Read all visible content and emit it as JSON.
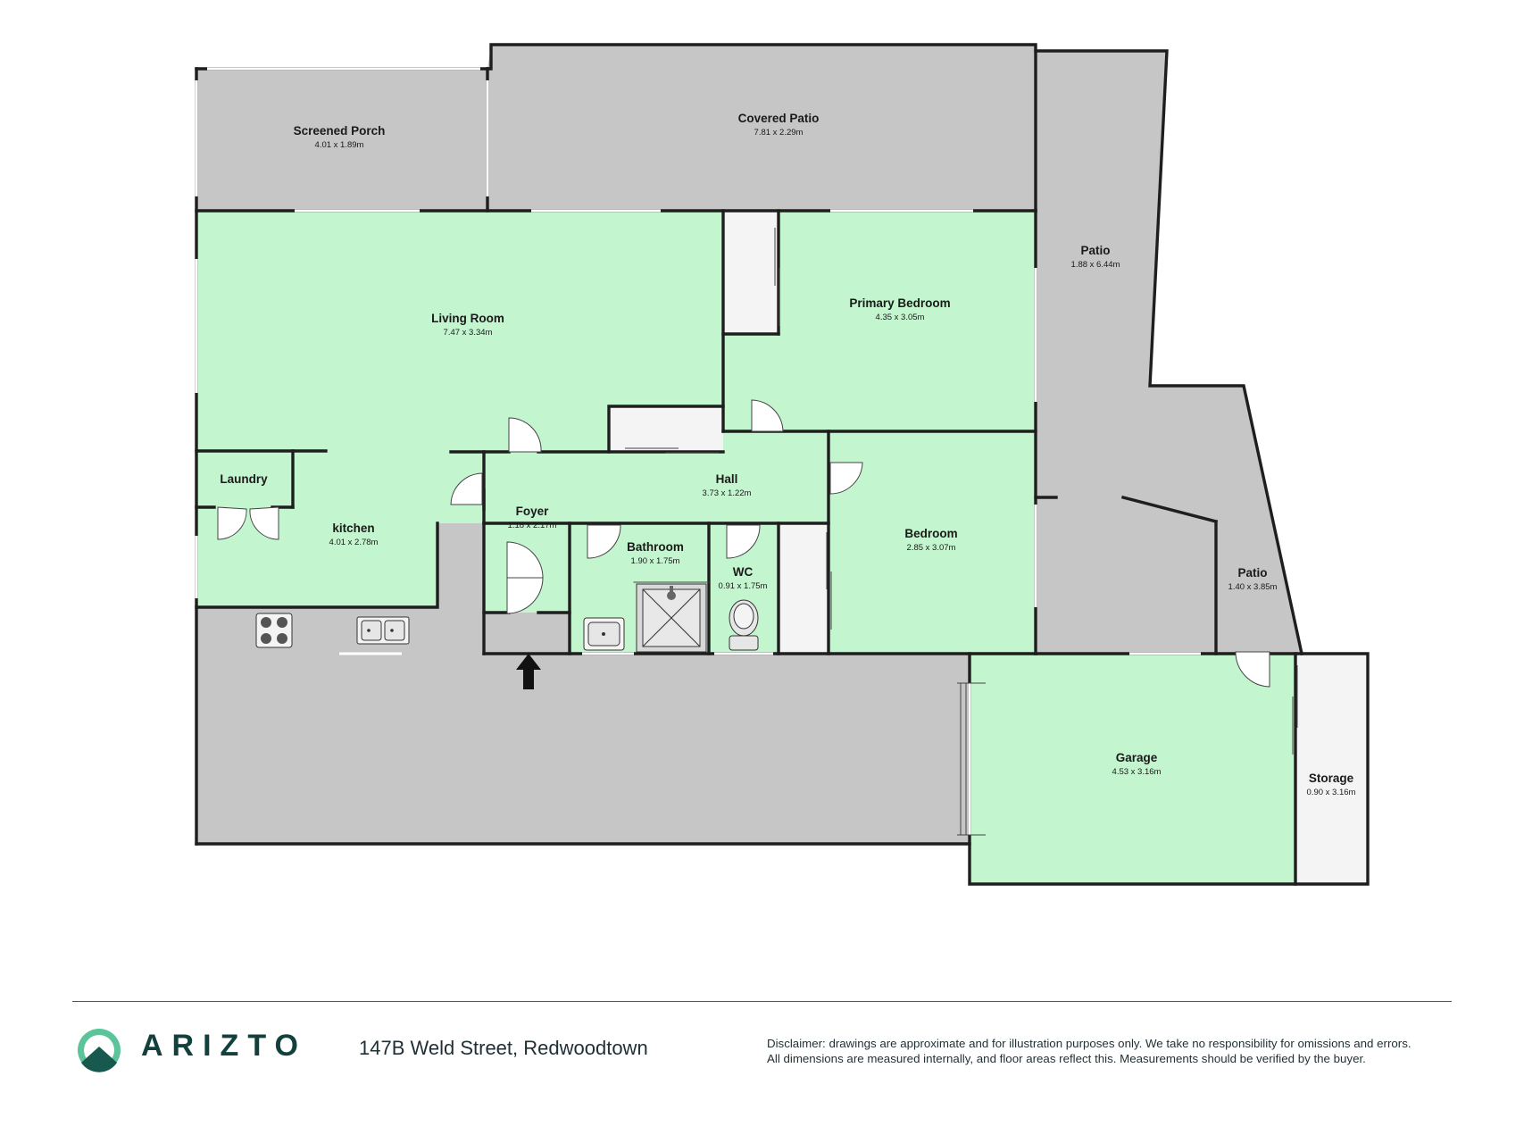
{
  "rooms": [
    {
      "key": "screened_porch",
      "name": "Screened Porch",
      "dims": "4.01 x 1.89m"
    },
    {
      "key": "covered_patio",
      "name": "Covered Patio",
      "dims": "7.81 x 2.29m"
    },
    {
      "key": "patio_north",
      "name": "Patio",
      "dims": "1.88 x 6.44m"
    },
    {
      "key": "living_room",
      "name": "Living Room",
      "dims": "7.47 x 3.34m"
    },
    {
      "key": "primary_bedroom",
      "name": "Primary Bedroom",
      "dims": "4.35 x 3.05m"
    },
    {
      "key": "laundry",
      "name": "Laundry",
      "dims": ""
    },
    {
      "key": "kitchen",
      "name": "kitchen",
      "dims": "4.01 x 2.78m"
    },
    {
      "key": "hall",
      "name": "Hall",
      "dims": "3.73 x 1.22m"
    },
    {
      "key": "foyer",
      "name": "Foyer",
      "dims": "1.18 x 2.17m"
    },
    {
      "key": "bathroom",
      "name": "Bathroom",
      "dims": "1.90 x 1.75m"
    },
    {
      "key": "wc",
      "name": "WC",
      "dims": "0.91 x 1.75m"
    },
    {
      "key": "bedroom",
      "name": "Bedroom",
      "dims": "2.85 x 3.07m"
    },
    {
      "key": "patio_south",
      "name": "Patio",
      "dims": "1.40 x 3.85m"
    },
    {
      "key": "garage",
      "name": "Garage",
      "dims": "4.53 x 3.16m"
    },
    {
      "key": "storage",
      "name": "Storage",
      "dims": "0.90 x 3.16m"
    }
  ],
  "colors": {
    "interior": "#c3f5cf",
    "exterior": "#c6c6c6",
    "unlabelled": "#f4f4f4",
    "wall": "#1e1e1e",
    "brand": "#12403d",
    "logo_dark": "#17594f",
    "logo_light": "#5bc49a"
  },
  "icons": [
    "entry-arrow-icon",
    "cooktop-icon",
    "double-sink-icon",
    "basin-icon",
    "shower-icon",
    "toilet-icon",
    "brand-logo-icon"
  ],
  "footer": {
    "brand": "ARIZTO",
    "address": "147B Weld Street, Redwoodtown",
    "disclaimer_line1": "Disclaimer: drawings are approximate and for illustration purposes only. We take no responsibility for omissions and errors.",
    "disclaimer_line2": "All dimensions are measured internally, and floor areas reflect this. Measurements should be verified by the buyer."
  }
}
